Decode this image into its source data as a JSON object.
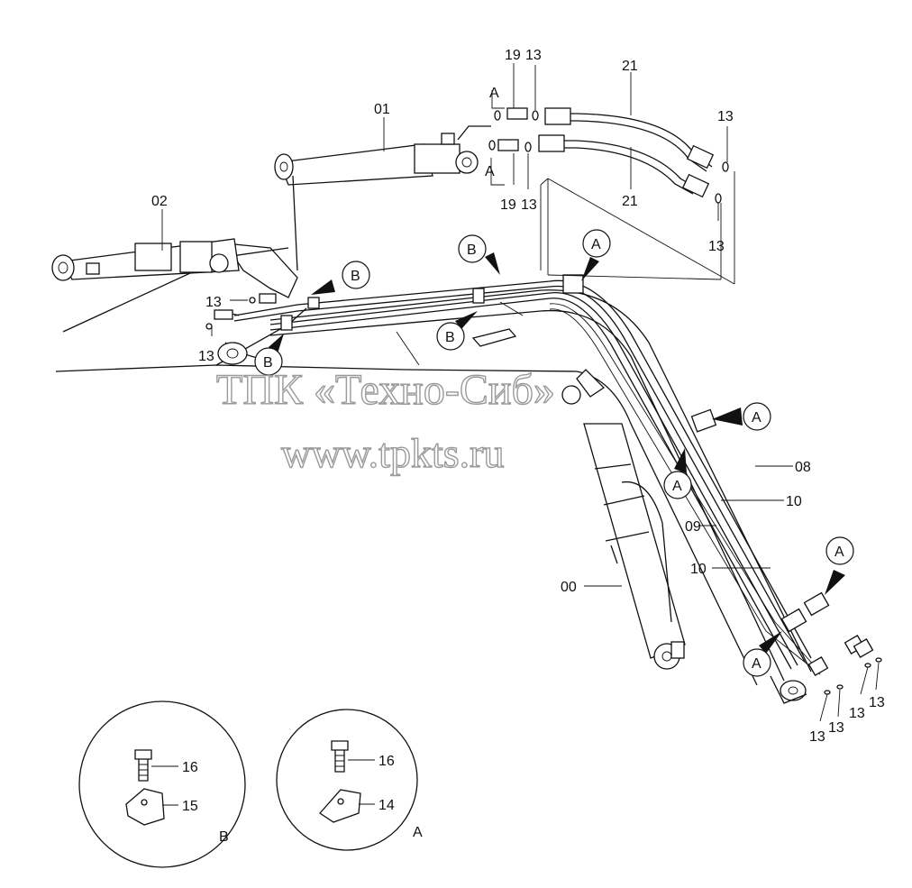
{
  "diagram": {
    "part_labels": {
      "p00": "00",
      "p01": "01",
      "p02": "02",
      "p08": "08",
      "p09": "09",
      "p10a": "10",
      "p10b": "10",
      "p21a": "21",
      "p21b": "21",
      "p19a": "19",
      "p19b": "19",
      "p13_top1": "13",
      "p13_top2": "13",
      "p13_right1": "13",
      "p13_right2": "13",
      "p13_left1": "13",
      "p13_left2": "13",
      "p13_bot1": "13",
      "p13_bot2": "13",
      "p13_bot3": "13",
      "p13_bot4": "13"
    },
    "callouts": {
      "a": "A",
      "b": "B"
    },
    "detail_b": {
      "title": "B",
      "bolt": "16",
      "clamp": "15"
    },
    "detail_a": {
      "title": "A",
      "bolt": "16",
      "clamp": "14"
    },
    "watermark": {
      "line1": "ТПК «Техно-Сиб»",
      "line2": "www.tpkts.ru"
    }
  }
}
